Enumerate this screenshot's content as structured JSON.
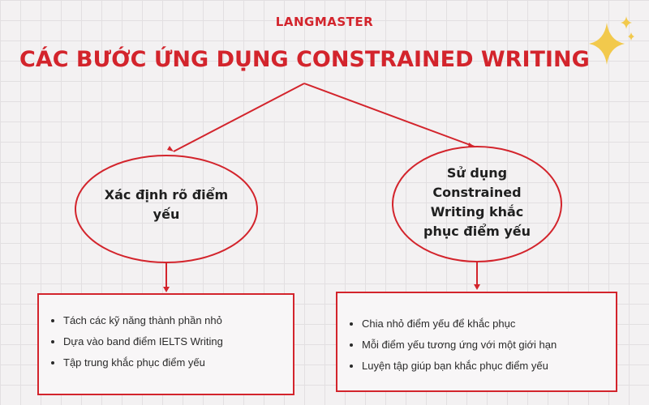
{
  "brand": "LANGMASTER",
  "title": "CÁC BƯỚC ỨNG DỤNG CONSTRAINED WRITING",
  "nodes": [
    {
      "label_line1": "Xác định rõ điểm",
      "label_line2": "yếu"
    },
    {
      "label_line1": "Sử dụng",
      "label_line2": "Constrained",
      "label_line3": "Writing khắc",
      "label_line4": "phục điểm yếu"
    }
  ],
  "boxes": [
    {
      "items": [
        "Tách các kỹ năng thành phần nhỏ",
        "Dựa vào band điểm IELTS Writing",
        "Tập trung khắc phục điểm yếu"
      ]
    },
    {
      "items": [
        "Chia nhỏ điểm yếu để khắc phục",
        "Mỗi điểm yếu tương ứng với một giới hạn",
        "Luyện tập giúp bạn khắc phục điểm yếu"
      ]
    }
  ],
  "colors": {
    "accent": "#d3242c",
    "sparkle": "#f2c94c",
    "background": "#f3f1f2"
  }
}
